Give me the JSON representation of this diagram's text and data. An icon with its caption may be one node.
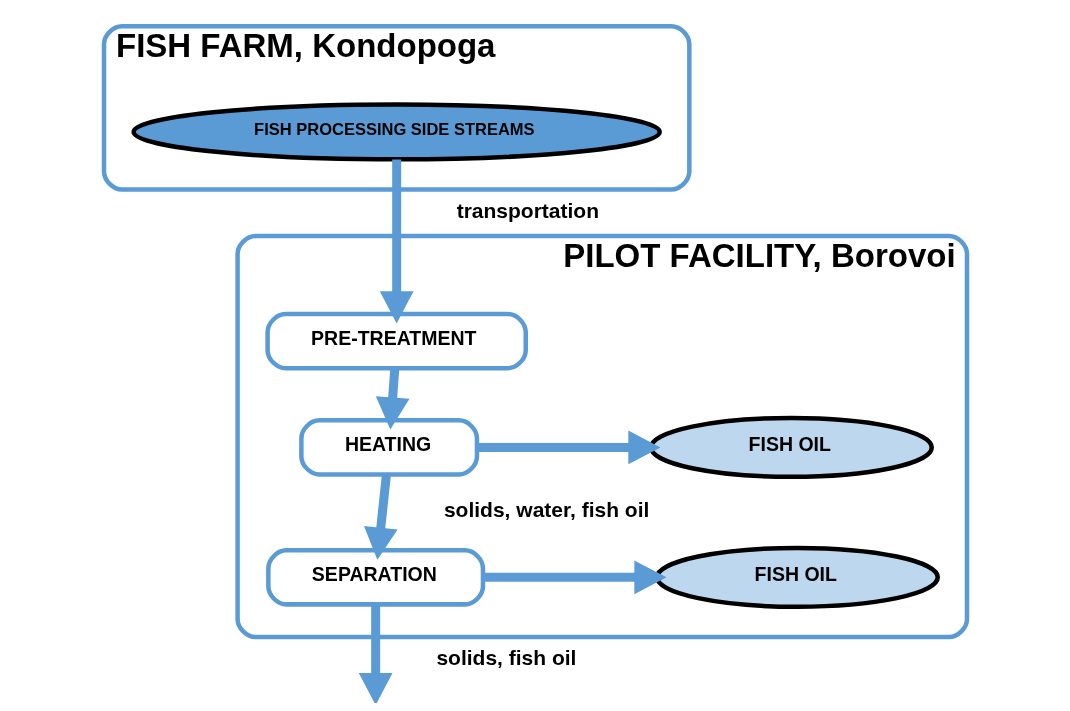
{
  "diagram": {
    "nodes": [
      {
        "text": [
          "FISH FARM, Kondopoga"
        ]
      },
      {
        "text": [
          "FISH PROCESSING SIDE STREAMS"
        ],
        "in": 0
      },
      {
        "text": [
          "PILOT FACILITY, Borovoi"
        ]
      },
      {
        "text": [
          "PRE-TREATMENT"
        ],
        "in": 2
      },
      {
        "text": [
          "HEATING"
        ],
        "in": 2
      },
      {
        "text": [
          "FISH OIL"
        ],
        "in": 2
      },
      {
        "text": [
          "SEPARATION"
        ],
        "in": 2
      },
      {
        "text": [
          "FISH OIL"
        ],
        "in": 2
      }
    ],
    "edges": [
      {
        "from": 1,
        "to": 3,
        "arrow": "to",
        "label": "transportation"
      },
      {
        "from": 3,
        "to": 4,
        "arrow": "to"
      },
      {
        "from": 4,
        "to": 5,
        "arrow": "to"
      },
      {
        "from": 4,
        "to": 6,
        "arrow": "to",
        "label": "solids, water, fish oil"
      },
      {
        "from": 6,
        "to": 7,
        "arrow": "to"
      },
      {
        "from": 6,
        "to": null,
        "arrow": "to",
        "label": "solids, fish oil"
      }
    ]
  }
}
